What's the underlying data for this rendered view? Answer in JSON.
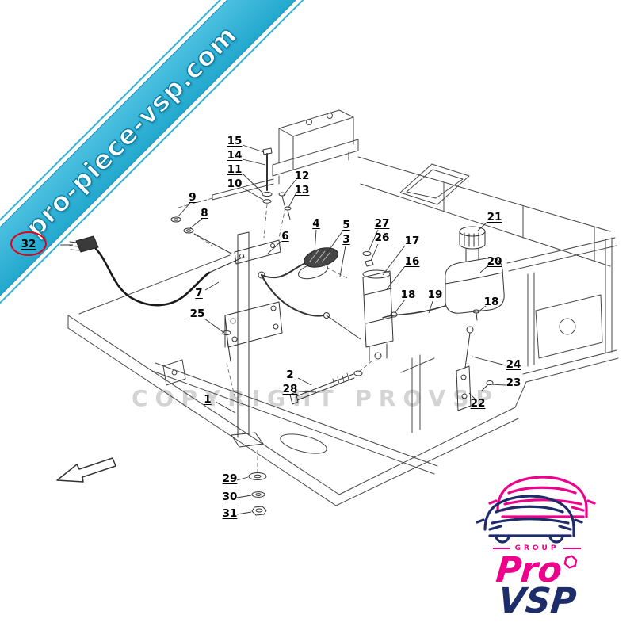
{
  "banner": {
    "text": "pro-piece-vsp.com"
  },
  "copyright": {
    "text": "COPYRIGHT PROVSP"
  },
  "logo": {
    "group_label": "GROUP",
    "brand_top": "Pro",
    "brand_bottom": "VSP"
  },
  "diagram": {
    "highlighted_label": "32",
    "labels": {
      "n1": "1",
      "n2": "2",
      "n3": "3",
      "n4": "4",
      "n5": "5",
      "n6": "6",
      "n7": "7",
      "n8": "8",
      "n9": "9",
      "n10": "10",
      "n11": "11",
      "n12": "12",
      "n13": "13",
      "n14": "14",
      "n15": "15",
      "n16": "16",
      "n17": "17",
      "n18a": "18",
      "n18b": "18",
      "n19": "19",
      "n20": "20",
      "n21": "21",
      "n22": "22",
      "n23": "23",
      "n24": "24",
      "n25": "25",
      "n26": "26",
      "n27": "27",
      "n28": "28",
      "n29": "29",
      "n30": "30",
      "n31": "31",
      "n32": "32"
    }
  },
  "colors": {
    "banner_fill": "#33b3d8",
    "banner_text_outline": "#0c7fa6",
    "highlight_red": "#e2001a",
    "logo_pink": "#ec008c",
    "logo_navy": "#1d2d6b",
    "line_color": "#474747",
    "watermark_gray": "#c9c9c9"
  }
}
